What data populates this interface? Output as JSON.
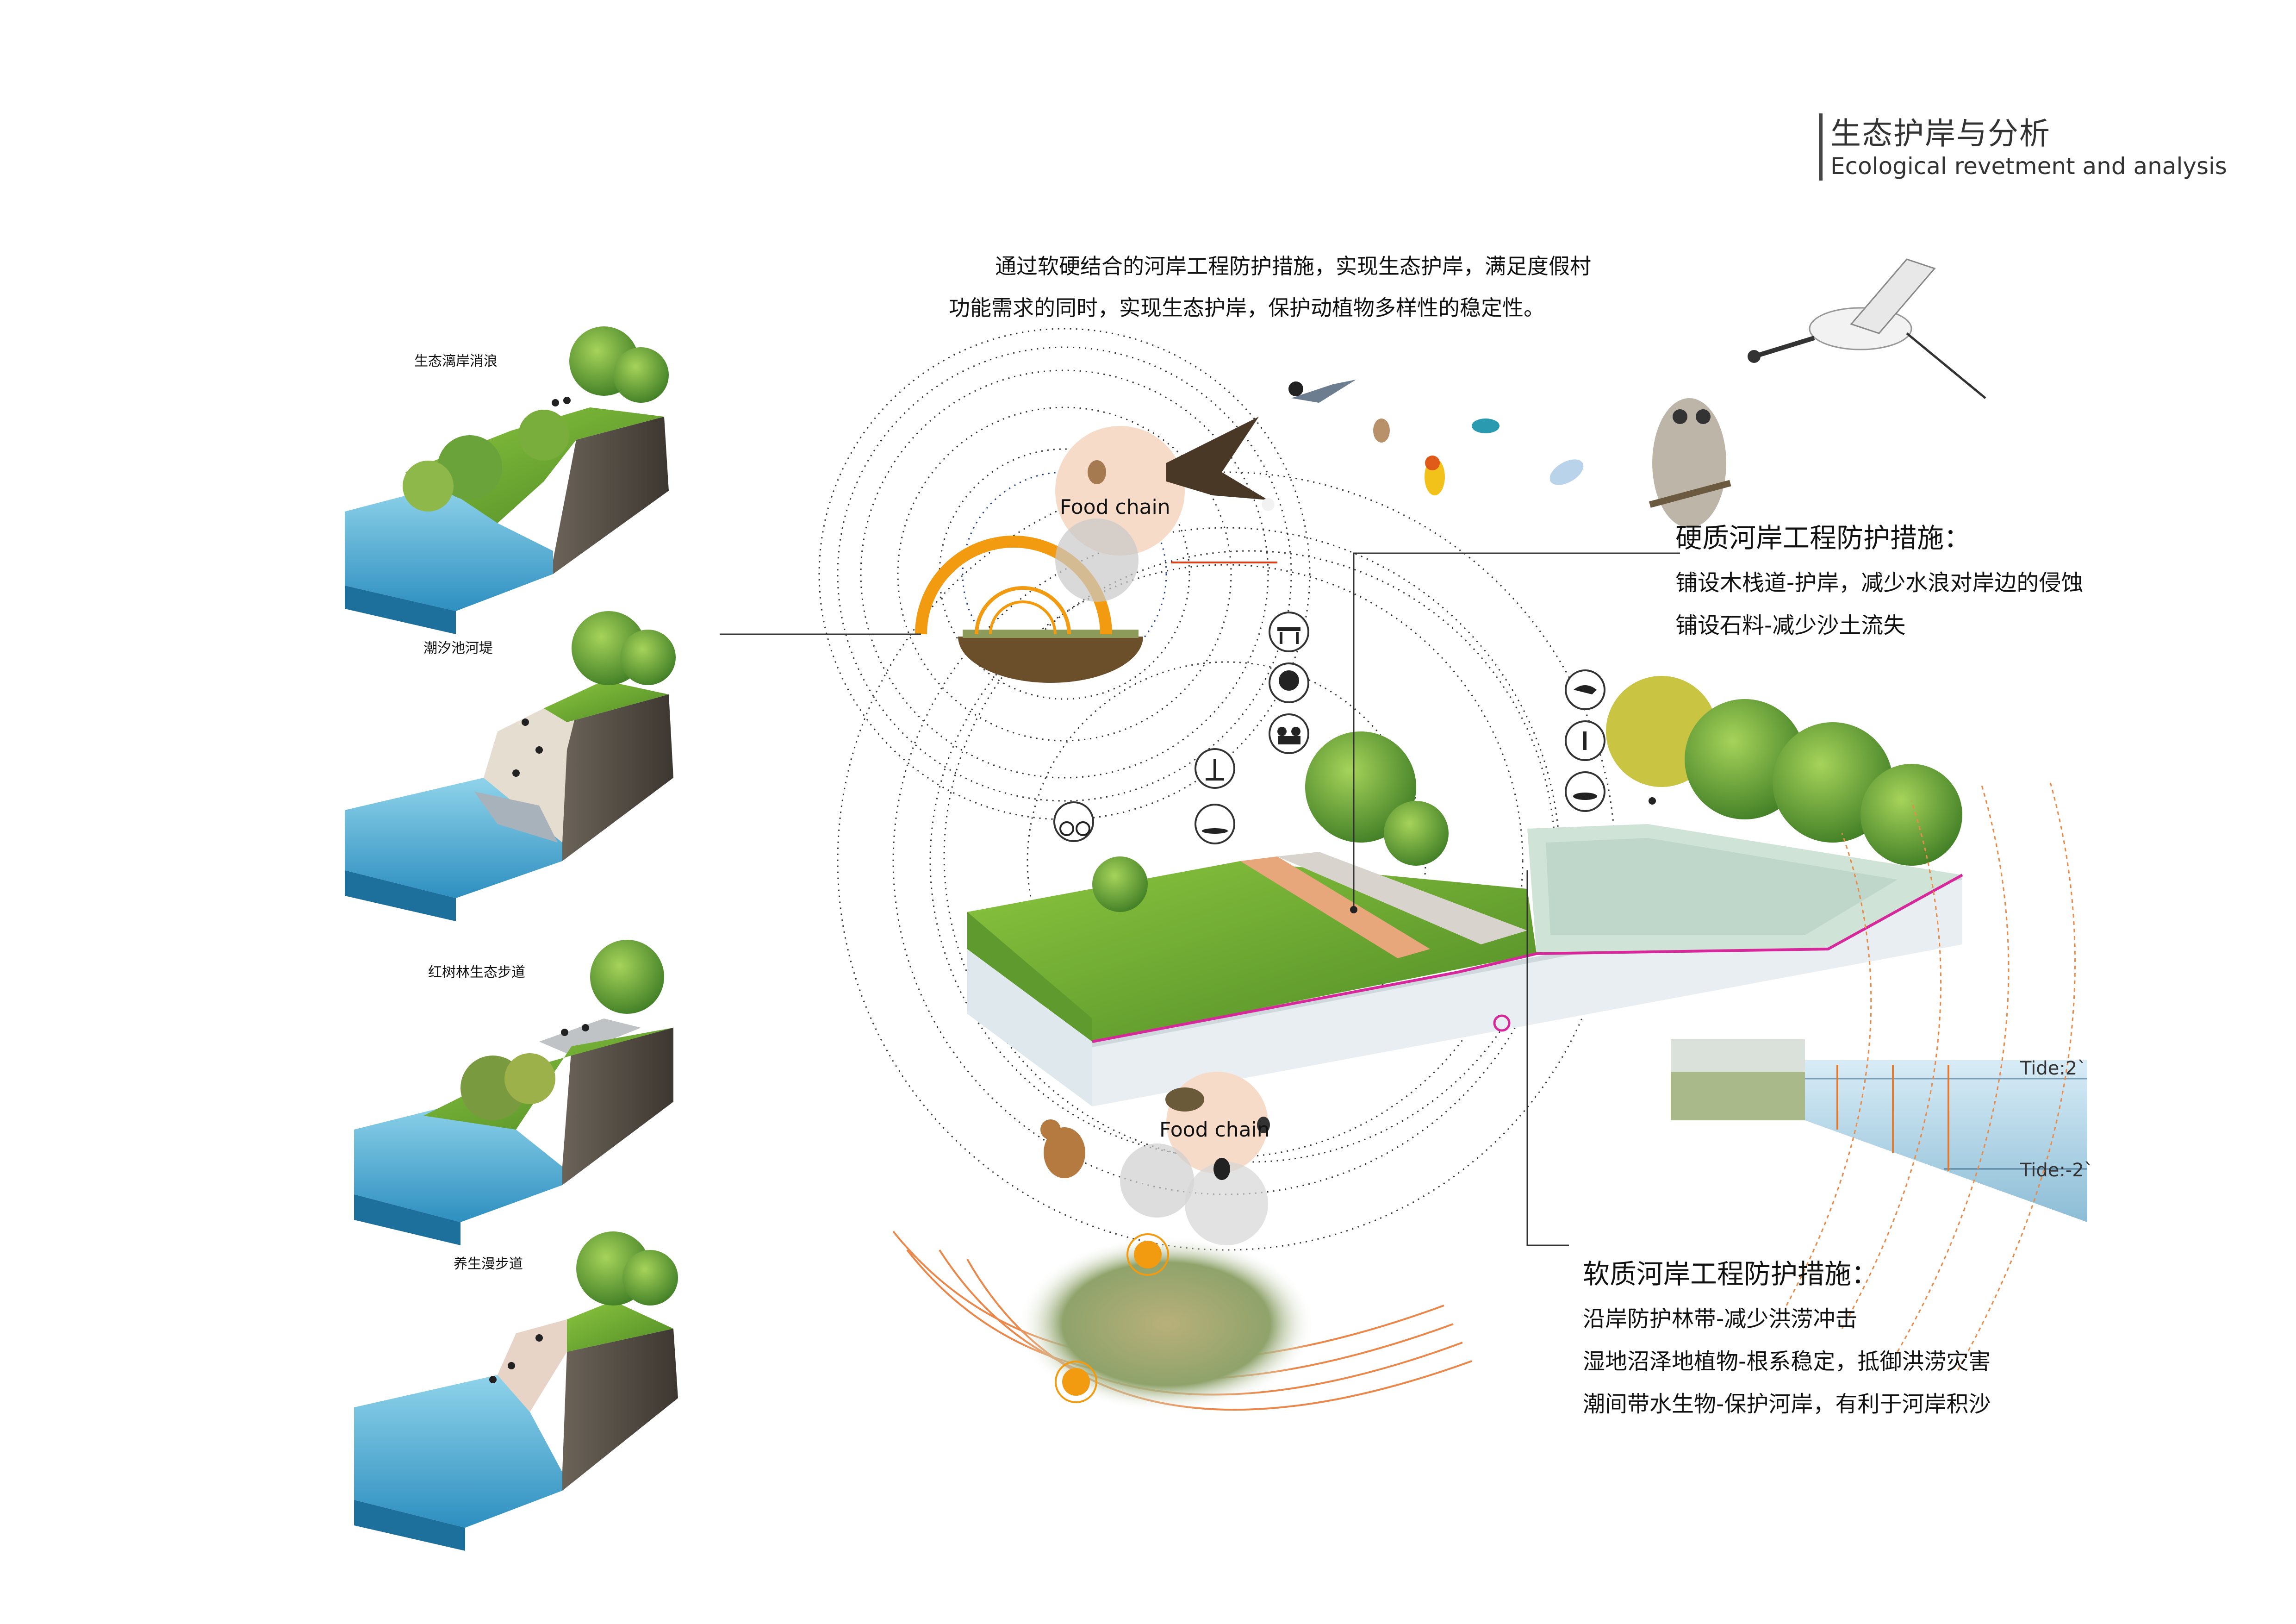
{
  "title": {
    "cn": "生态护岸与分析",
    "en": "Ecological revetment and analysis"
  },
  "intro": {
    "line1": "通过软硬结合的河岸工程防护措施，实现生态护岸，满足度假村",
    "line2": "功能需求的同时，实现生态护岸，保护动植物多样性的稳定性。"
  },
  "sections": [
    {
      "label": "生态漓岸消浪"
    },
    {
      "label": "潮汐池河堤"
    },
    {
      "label": "红树林生态步道"
    },
    {
      "label": "养生漫步道"
    }
  ],
  "hard_measures": {
    "heading": "硬质河岸工程防护措施：",
    "items": [
      "铺设木栈道-护岸，减少水浪对岸边的侵蚀",
      "铺设石料-减少沙土流失"
    ]
  },
  "soft_measures": {
    "heading": "软质河岸工程防护措施：",
    "items": [
      "沿岸防护林带-减少洪涝冲击",
      "湿地沼泽地植物-根系稳定，抵御洪涝灾害",
      "潮间带水生物-保护河岸，有利于河岸积沙"
    ]
  },
  "food_chain": {
    "label_top": "Food chain",
    "label_bottom": "Food chain"
  },
  "tide": {
    "high": "Tide:2`",
    "low": "Tide:-2`"
  },
  "icons": [
    "bird-icon",
    "owl-icon",
    "crane-icon",
    "hummingbird-icon",
    "parrot-icon",
    "butterfly-icon",
    "eagle-icon",
    "frog-icon",
    "squirrel-icon",
    "beetle-icon",
    "picnic-table-icon",
    "tree-icon",
    "group-icon",
    "paddleboard-icon",
    "kayak-icon",
    "cyclist-icon",
    "fishing-icon",
    "hiker-icon",
    "boat-icon"
  ],
  "colors": {
    "accent_orange": "#f29a10",
    "water_blue": "#5fb6d6",
    "grass_green": "#7cb43a",
    "soil_brown": "#5a4a3a",
    "magenta_line": "#d6289a",
    "peach_circle": "#f6dcc8"
  }
}
